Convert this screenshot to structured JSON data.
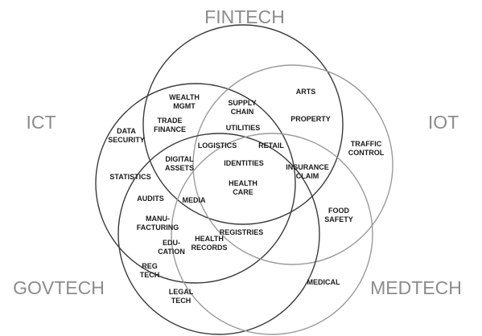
{
  "diagram": {
    "colors": {
      "circle_dark": "#3a3a3a",
      "circle_light": "#9a9a9a",
      "set_label": "#8c8c8c",
      "item_label": "#1a1a1a"
    },
    "sets": [
      {
        "name": "FINTECH"
      },
      {
        "name": "ICT"
      },
      {
        "name": "IOT"
      },
      {
        "name": "GOVTECH"
      },
      {
        "name": "MEDTECH"
      }
    ],
    "items": [
      {
        "lines": [
          "ARTS"
        ]
      },
      {
        "lines": [
          "PROPERTY"
        ]
      },
      {
        "lines": [
          "WEALTH",
          "MGMT"
        ]
      },
      {
        "lines": [
          "SUPPLY",
          "CHAIN"
        ]
      },
      {
        "lines": [
          "TRADE",
          "FINANCE"
        ]
      },
      {
        "lines": [
          "UTILITIES"
        ]
      },
      {
        "lines": [
          "DATA",
          "SECURITY"
        ]
      },
      {
        "lines": [
          "LOGISTICS"
        ]
      },
      {
        "lines": [
          "RETAIL"
        ]
      },
      {
        "lines": [
          "TRAFFIC",
          "CONTROL"
        ]
      },
      {
        "lines": [
          "DIGITAL",
          "ASSETS"
        ]
      },
      {
        "lines": [
          "IDENTITIES"
        ]
      },
      {
        "lines": [
          "INSURANCE",
          "CLAIM"
        ]
      },
      {
        "lines": [
          "STATISTICS"
        ]
      },
      {
        "lines": [
          "HEALTH",
          "CARE"
        ]
      },
      {
        "lines": [
          "AUDITS"
        ]
      },
      {
        "lines": [
          "MEDIA"
        ]
      },
      {
        "lines": [
          "FOOD",
          "SAFETY"
        ]
      },
      {
        "lines": [
          "MANU-",
          "FACTURING"
        ]
      },
      {
        "lines": [
          "REGISTRIES"
        ]
      },
      {
        "lines": [
          "HEALTH",
          "RECORDS"
        ]
      },
      {
        "lines": [
          "EDU-",
          "CATION"
        ]
      },
      {
        "lines": [
          "REG",
          "TECH"
        ]
      },
      {
        "lines": [
          "MEDICAL"
        ]
      },
      {
        "lines": [
          "LEGAL",
          "TECH"
        ]
      }
    ]
  }
}
